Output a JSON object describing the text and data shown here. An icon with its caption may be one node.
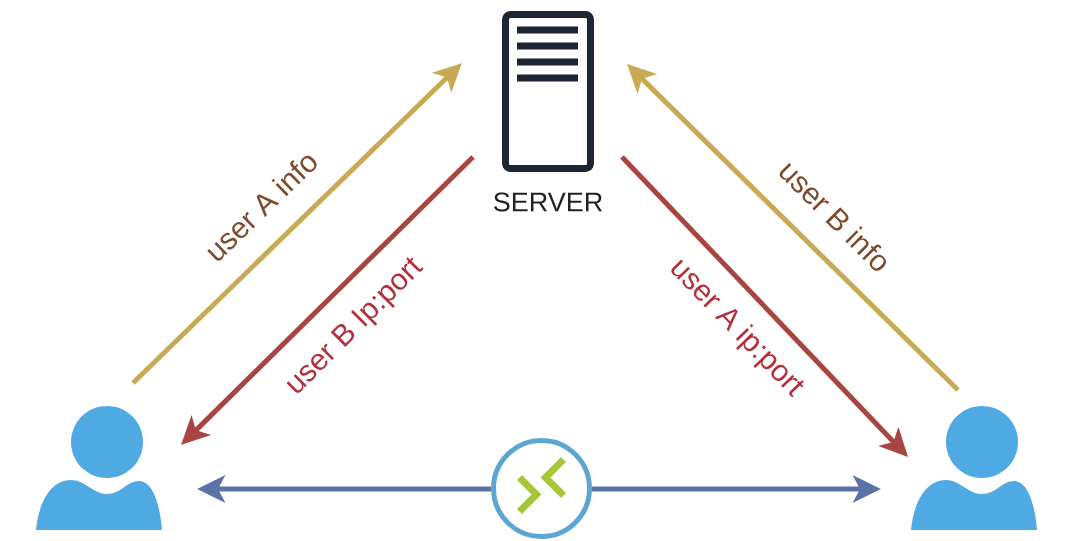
{
  "diagram": {
    "nodes": [
      {
        "text": [
          "SERVER"
        ]
      },
      {
        "text": [],
        "shape": "person"
      },
      {
        "text": [],
        "shape": "circle"
      },
      {
        "text": [],
        "shape": "person"
      }
    ],
    "edges": [
      {
        "from": 1,
        "to": 0,
        "arrow": "to",
        "label": "user A info",
        "color": "#c8aa55"
      },
      {
        "from": 0,
        "to": 1,
        "arrow": "to",
        "label": "user B Ip:port",
        "color": "#a84541"
      },
      {
        "from": 3,
        "to": 0,
        "arrow": "to",
        "label": "user B info",
        "color": "#c8aa55"
      },
      {
        "from": 0,
        "to": 3,
        "arrow": "to",
        "label": "user A ip:port",
        "color": "#a84541"
      },
      {
        "from": 2,
        "to": 1,
        "arrow": "to",
        "color": "#5b72a8"
      },
      {
        "from": 2,
        "to": 3,
        "arrow": "to",
        "color": "#5b72a8"
      }
    ]
  }
}
